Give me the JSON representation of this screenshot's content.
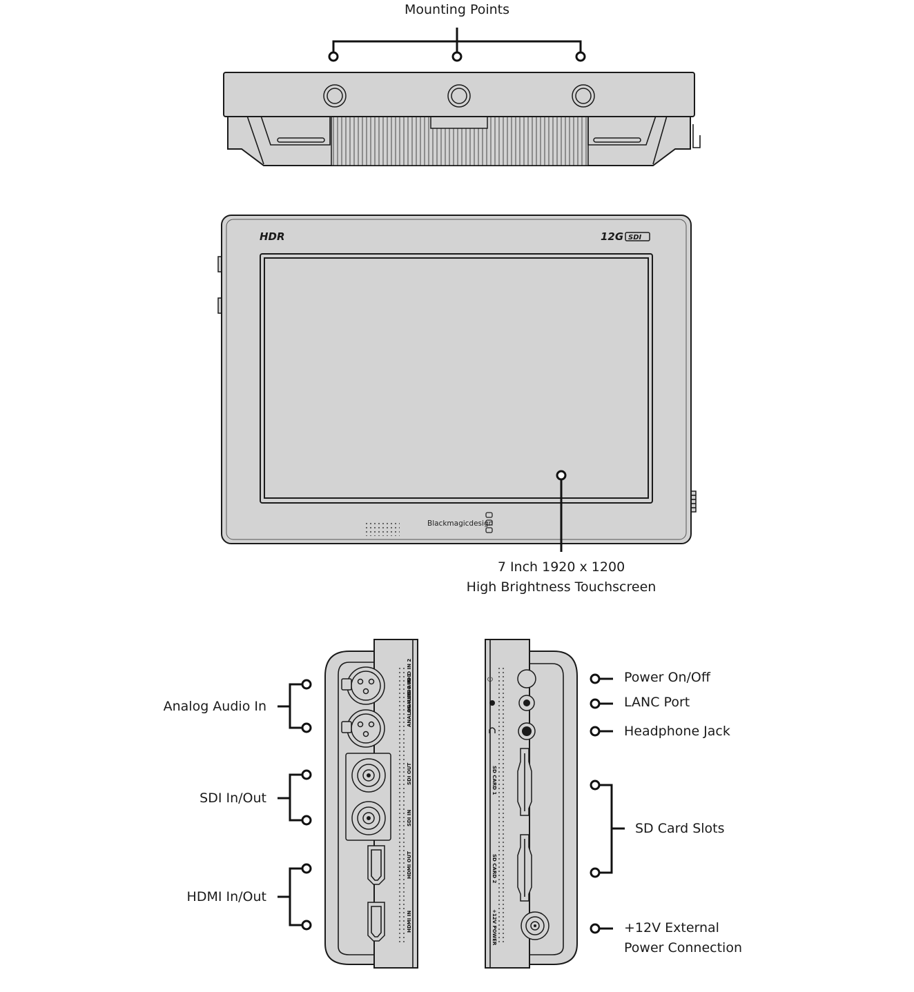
{
  "labels": {
    "mounting_points": "Mounting Points",
    "screen_line1": "7 Inch 1920 x 1200",
    "screen_line2": "High Brightness Touchscreen",
    "analog_audio_in": "Analog Audio In",
    "sdi_in_out": "SDI In/Out",
    "hdmi_in_out": "HDMI In/Out",
    "power_on_off": "Power On/Off",
    "lanc_port": "LANC Port",
    "headphone_jack": "Headphone Jack",
    "sd_card_slots": "SD Card Slots",
    "ext_power_line1": "+12V External",
    "ext_power_line2": "Power Connection"
  },
  "device_markings": {
    "hdr_logo": "HDR",
    "sdi_logo_12g": "12G",
    "sdi_logo_sdi": "SDI",
    "brand": "Blackmagicdesign",
    "analog_audio_in_2": "ANALOG AUDIO IN 2",
    "analog_audio_in_1": "ANALOG AUDIO IN 1",
    "sdi_out": "SDI OUT",
    "sdi_in": "SDI IN",
    "hdmi_out": "HDMI OUT",
    "hdmi_in": "HDMI IN",
    "sd_card_1": "SD CARD 1",
    "sd_card_2": "SD CARD 2",
    "power_12v": "+12V POWER"
  }
}
